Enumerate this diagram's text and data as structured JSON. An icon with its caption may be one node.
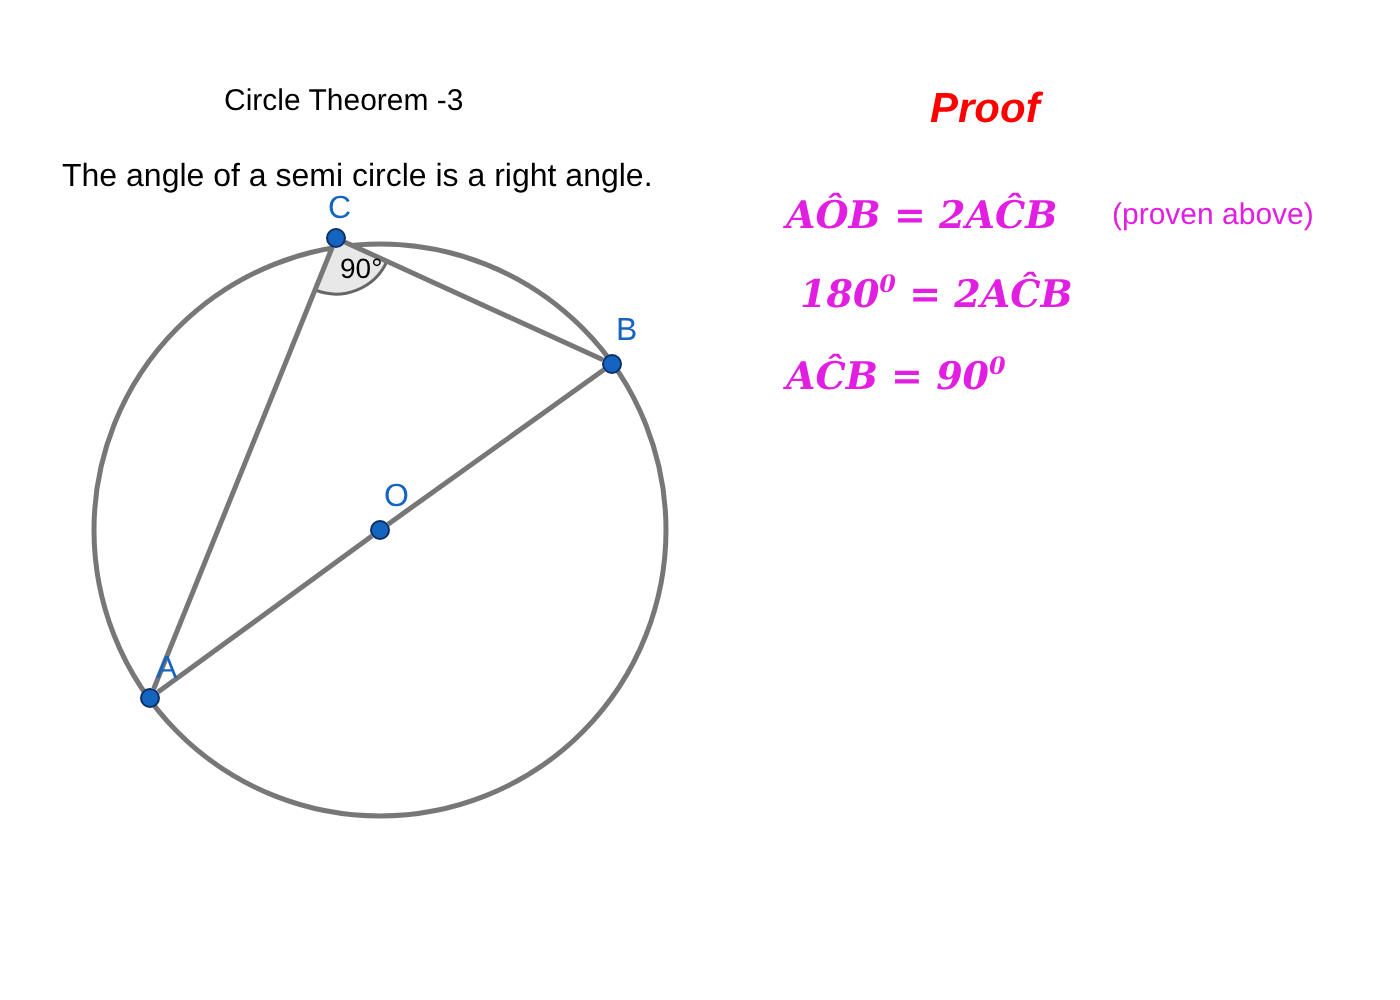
{
  "diagram": {
    "title": "Circle Theorem -3",
    "nodes": [
      {
        "text": [
          "C"
        ]
      },
      {
        "text": [
          "B"
        ]
      },
      {
        "text": [
          "O"
        ]
      },
      {
        "text": [
          "A"
        ]
      }
    ],
    "edges": [
      {
        "from": 0,
        "to": 3,
        "arrow": "none"
      },
      {
        "from": 0,
        "to": 1,
        "arrow": "none"
      },
      {
        "from": 3,
        "to": 2,
        "arrow": "none"
      },
      {
        "from": 2,
        "to": 1,
        "arrow": "none"
      }
    ],
    "labels": [
      "The angle of a semi circle is a right angle.",
      "90°",
      "Proof",
      "AÔB = 2AĈB",
      "(proven above)",
      "180$^{0}$ = 2AĈB",
      "AĈB = 90$^{0}$"
    ]
  }
}
